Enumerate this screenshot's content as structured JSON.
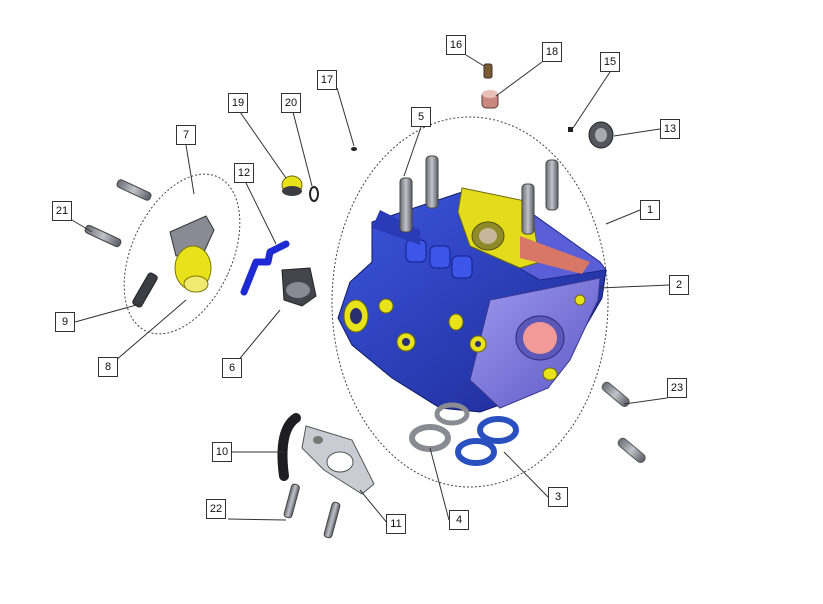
{
  "diagram": {
    "callouts": [
      {
        "id": "c1",
        "label": "1"
      },
      {
        "id": "c2",
        "label": "2"
      },
      {
        "id": "c3",
        "label": "3"
      },
      {
        "id": "c4",
        "label": "4"
      },
      {
        "id": "c5",
        "label": "5"
      },
      {
        "id": "c6",
        "label": "6"
      },
      {
        "id": "c7",
        "label": "7"
      },
      {
        "id": "c8",
        "label": "8"
      },
      {
        "id": "c9",
        "label": "9"
      },
      {
        "id": "c10",
        "label": "10"
      },
      {
        "id": "c11",
        "label": "11"
      },
      {
        "id": "c12",
        "label": "12"
      },
      {
        "id": "c13",
        "label": "13"
      },
      {
        "id": "c15",
        "label": "15"
      },
      {
        "id": "c16",
        "label": "16"
      },
      {
        "id": "c17",
        "label": "17"
      },
      {
        "id": "c18",
        "label": "18"
      },
      {
        "id": "c19",
        "label": "19"
      },
      {
        "id": "c20",
        "label": "20"
      },
      {
        "id": "c21",
        "label": "21"
      },
      {
        "id": "c22",
        "label": "22"
      },
      {
        "id": "c23",
        "label": "23"
      }
    ],
    "colors": {
      "head_blue": "#2d44c8",
      "head_violet": "#7f7be0",
      "head_dark": "#1a2688",
      "port_yellow": "#e8e21a",
      "seal_pink": "#f29a98",
      "metal_grey": "#9a9aa3",
      "dark_grey": "#3c3c44",
      "leader": "#333333"
    }
  }
}
